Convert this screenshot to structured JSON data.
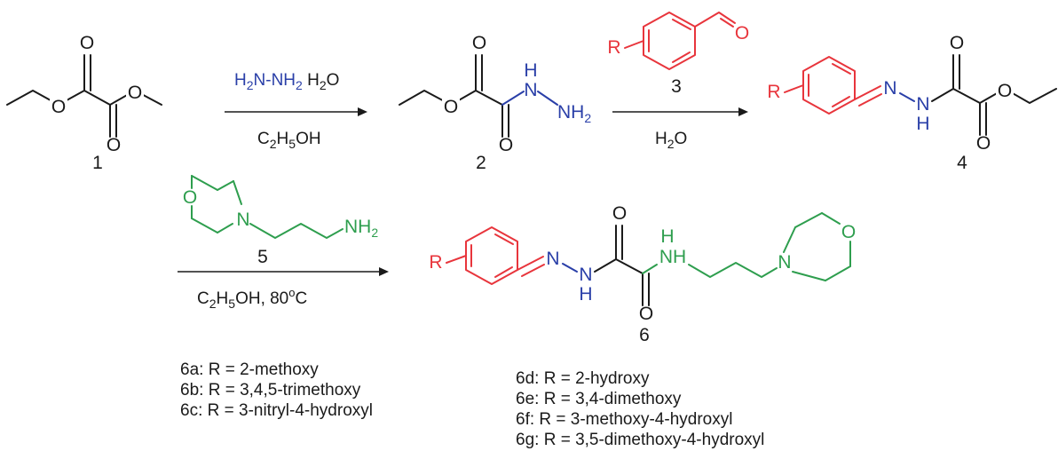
{
  "atoms": {
    "O": "O",
    "N": "N",
    "H": "H",
    "R": "R",
    "NH": "NH",
    "NH2_main": "NH",
    "NH2_sub": "2"
  },
  "compounds": {
    "c1": "1",
    "c2": "2",
    "c3": "3",
    "c4": "4",
    "c5": "5",
    "c6": "6"
  },
  "reagents": {
    "step1_top_a": "H",
    "step1_top_a_sub": "2",
    "step1_top_b": "N-NH",
    "step1_top_b_sub": "2",
    "step1_top_c": " H",
    "step1_top_c_sub": "2",
    "step1_top_d": "O",
    "step1_bottom_a": "C",
    "step1_bottom_a_sub": "2",
    "step1_bottom_b": "H",
    "step1_bottom_b_sub": "5",
    "step1_bottom_c": "OH",
    "step2_bottom_a": "H",
    "step2_bottom_a_sub": "2",
    "step2_bottom_b": "O",
    "step3_bottom_a": "C",
    "step3_bottom_a_sub": "2",
    "step3_bottom_b": "H",
    "step3_bottom_b_sub": "5",
    "step3_bottom_c": "OH, 80",
    "step3_bottom_sup": "o",
    "step3_bottom_d": "C"
  },
  "legend": {
    "left": [
      "6a: R = 2-methoxy",
      "6b: R = 3,4,5-trimethoxy",
      "6c: R = 3-nitryl-4-hydroxyl"
    ],
    "right": [
      "6d: R = 2-hydroxy",
      "6e: R = 3,4-dimethoxy",
      "6f: R = 3-methoxy-4-hydroxyl",
      "6g: R = 3,5-dimethoxy-4-hydroxyl"
    ]
  },
  "colors": {
    "aldehyde_fragment": "#e8353c",
    "hydrazine_fragment": "#2a3fa8",
    "amine_fragment": "#2e9e4e",
    "default": "#1a1a1a"
  }
}
